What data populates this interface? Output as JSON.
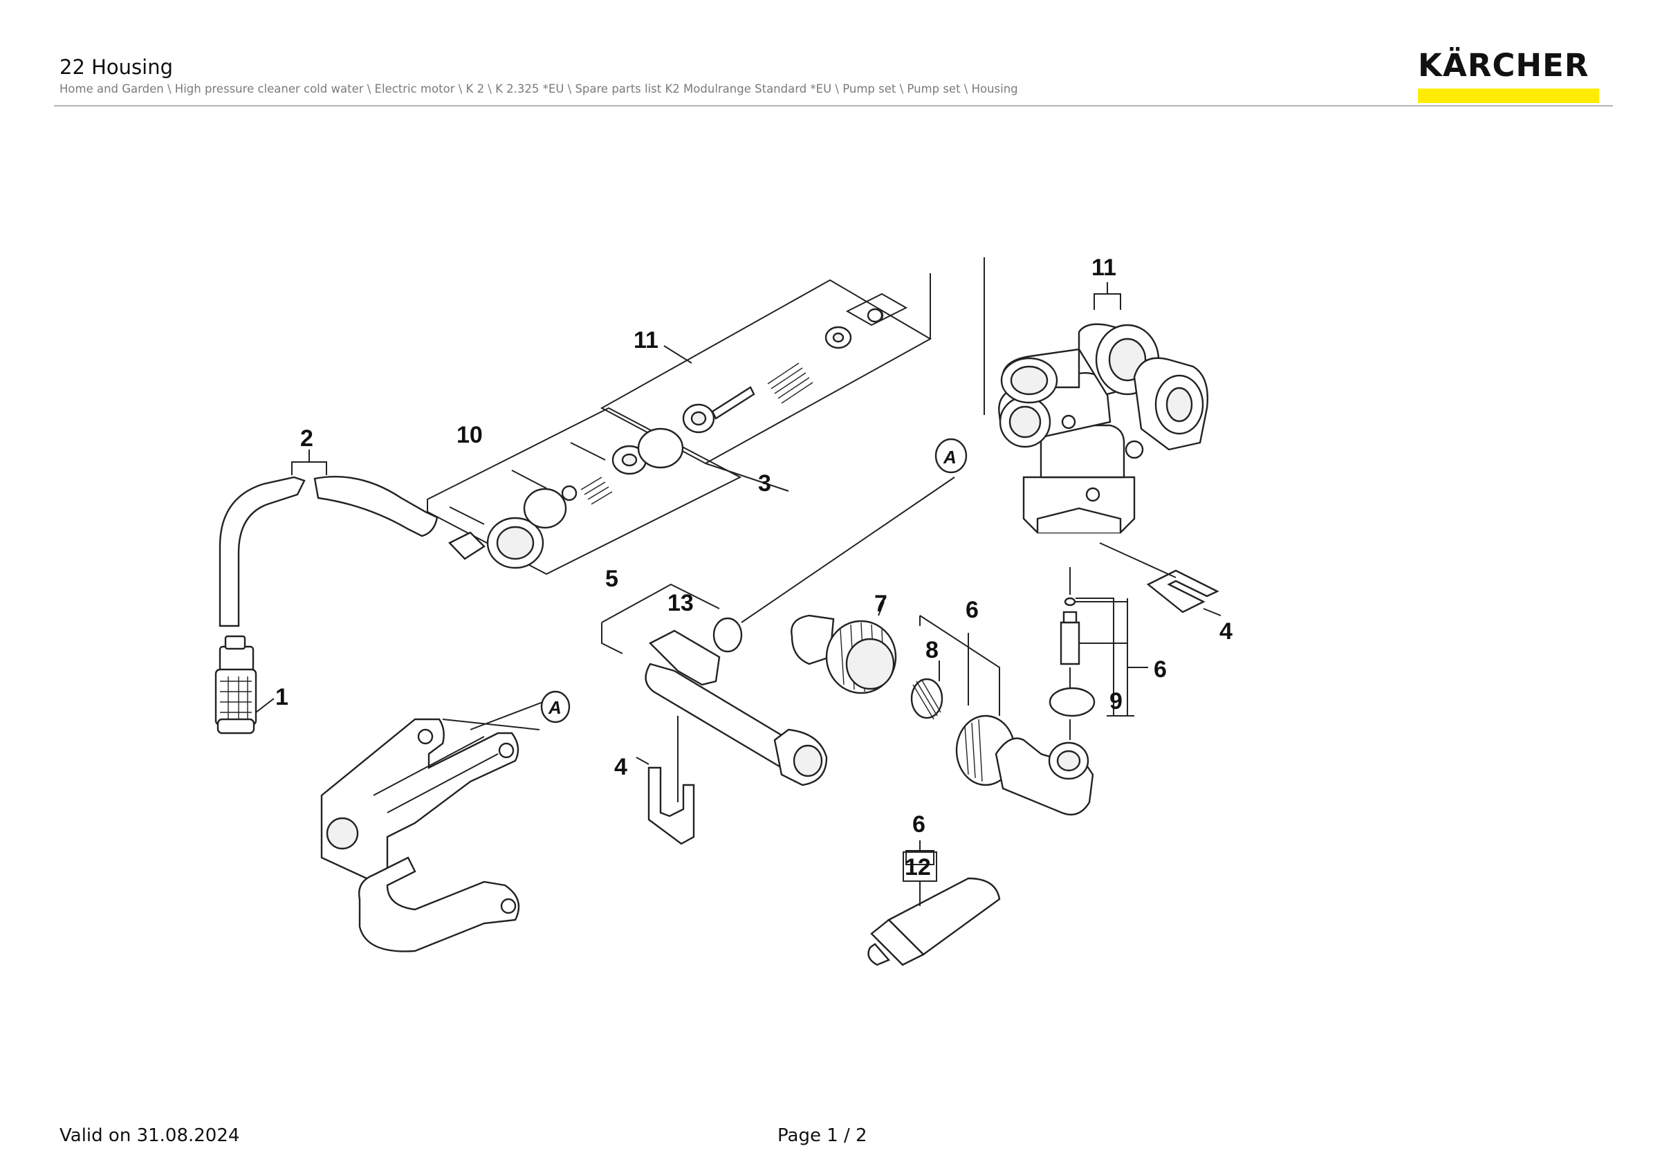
{
  "header": {
    "title": "22 Housing",
    "breadcrumb": "Home and Garden \\ High pressure cleaner cold water \\ Electric motor \\ K 2 \\ K 2.325 *EU \\ Spare parts list K2 Modulrange Standard *EU \\ Pump set \\ Pump set \\ Housing",
    "logo": "KÄRCHER",
    "brand_color": "#FFEC00"
  },
  "drawing": {
    "labels": {
      "p1": "1",
      "p2": "2",
      "p3": "3",
      "p4a": "4",
      "p4b": "4",
      "p5": "5",
      "p6a": "6",
      "p6b": "6",
      "p6c": "6",
      "p7": "7",
      "p8": "8",
      "p9": "9",
      "p10": "10",
      "p11a": "11",
      "p11b": "11",
      "p12": "12",
      "p13": "13",
      "refA1": "A",
      "refA2": "A"
    }
  },
  "footer": {
    "valid": "Valid on 31.08.2024",
    "page": "Page 1 / 2"
  }
}
